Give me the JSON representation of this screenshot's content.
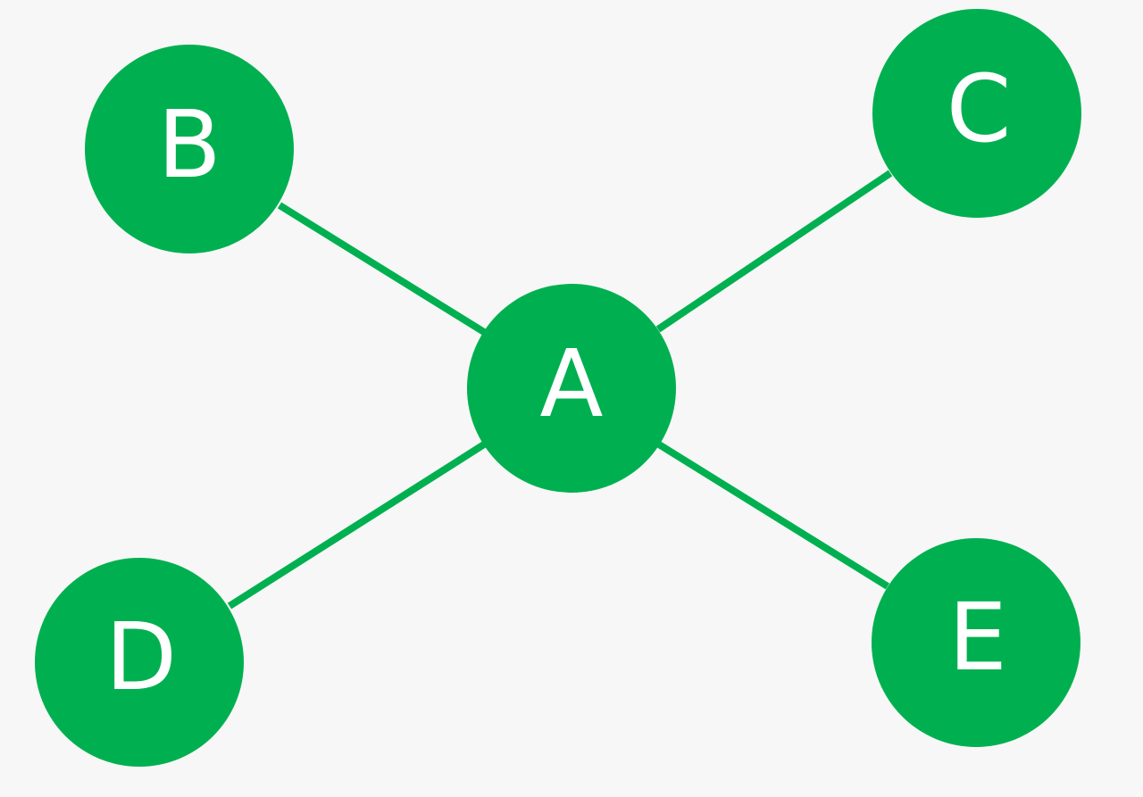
{
  "graph": {
    "node_color": "#00b050",
    "edge_color": "#00b050",
    "background": "#f7f7f7",
    "nodes": [
      {
        "id": "A",
        "label": "A"
      },
      {
        "id": "B",
        "label": "B"
      },
      {
        "id": "C",
        "label": "C"
      },
      {
        "id": "D",
        "label": "D"
      },
      {
        "id": "E",
        "label": "E"
      }
    ],
    "edges": [
      {
        "from": "A",
        "to": "B"
      },
      {
        "from": "A",
        "to": "C"
      },
      {
        "from": "A",
        "to": "D"
      },
      {
        "from": "A",
        "to": "E"
      }
    ]
  }
}
